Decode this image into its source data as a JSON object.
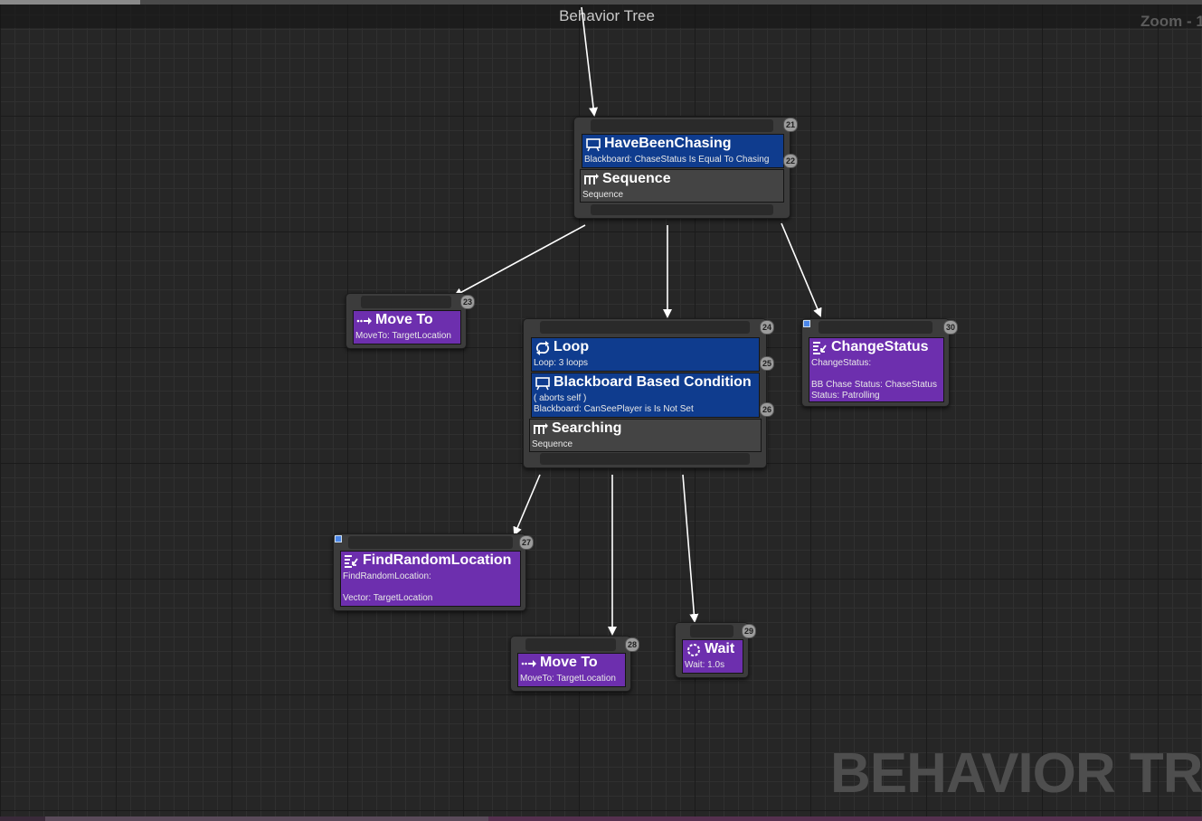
{
  "graph": {
    "title": "Behavior Tree",
    "zoom_label": "Zoom - 1",
    "watermark": "BEHAVIOR TREE"
  },
  "nodes": {
    "root_sequence": {
      "index": "21",
      "decorator": {
        "title": "HaveBeenChasing",
        "desc": "Blackboard: ChaseStatus Is Equal To Chasing",
        "index": "22",
        "icon": "blackboard-icon"
      },
      "composite": {
        "title": "Sequence",
        "desc": "Sequence",
        "icon": "sequence-icon"
      }
    },
    "move_to_1": {
      "index": "23",
      "title": "Move To",
      "desc": "MoveTo: TargetLocation",
      "icon": "move-to-icon"
    },
    "searching": {
      "index": "24",
      "loop": {
        "title": "Loop",
        "desc": "Loop: 3 loops",
        "index": "25",
        "icon": "loop-icon"
      },
      "bb_condition": {
        "title": "Blackboard Based Condition",
        "desc1": "( aborts self )",
        "desc2": "Blackboard: CanSeePlayer is Is Not Set",
        "index": "26",
        "icon": "blackboard-icon"
      },
      "composite": {
        "title": "Searching",
        "desc": "Sequence",
        "icon": "sequence-icon"
      }
    },
    "change_status": {
      "index": "30",
      "title": "ChangeStatus",
      "desc1": "ChangeStatus:",
      "desc2": "BB Chase Status: ChaseStatus",
      "desc3": "Status: Patrolling",
      "icon": "blueprint-task-icon"
    },
    "find_random_location": {
      "index": "27",
      "title": "FindRandomLocation",
      "desc1": "FindRandomLocation:",
      "desc2": "Vector: TargetLocation",
      "icon": "blueprint-task-icon"
    },
    "move_to_2": {
      "index": "28",
      "title": "Move To",
      "desc": "MoveTo: TargetLocation",
      "icon": "move-to-icon"
    },
    "wait": {
      "index": "29",
      "title": "Wait",
      "desc": "Wait: 1.0s",
      "icon": "wait-icon"
    }
  },
  "colors": {
    "decorator": "#0f3c8e",
    "composite": "#444444",
    "task": "#6d2fae",
    "wire": "#ffffff"
  }
}
